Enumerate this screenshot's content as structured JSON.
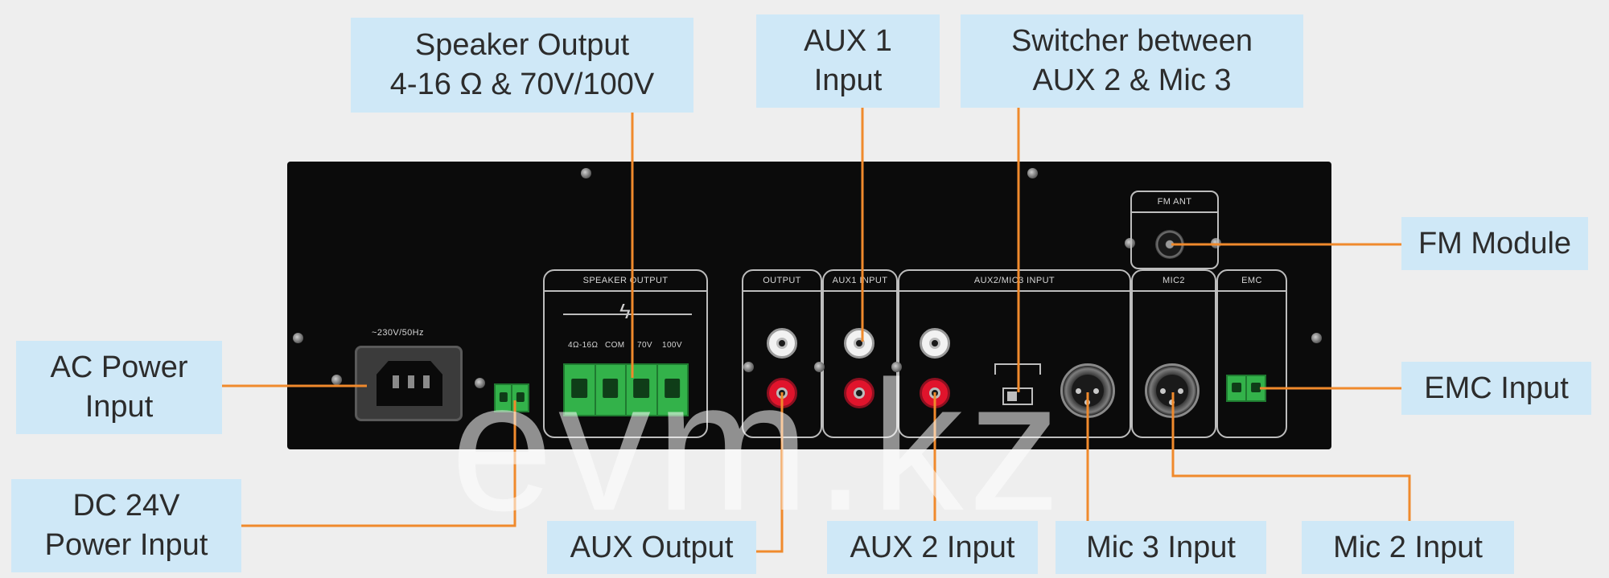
{
  "callouts": {
    "speaker_output": {
      "line1": "Speaker Output",
      "line2": "4-16 Ω & 70V/100V"
    },
    "aux1_input": {
      "line1": "AUX 1",
      "line2": "Input"
    },
    "switcher": {
      "line1": "Switcher between",
      "line2": "AUX 2 & Mic 3"
    },
    "fm_module": "FM Module",
    "ac_power": {
      "line1": "AC Power",
      "line2": "Input"
    },
    "emc_input": "EMC Input",
    "dc_power": {
      "line1": "DC 24V",
      "line2": "Power Input"
    },
    "aux_output": "AUX Output",
    "aux2_input": "AUX 2 Input",
    "mic3_input": "Mic 3 Input",
    "mic2_input": "Mic 2 Input"
  },
  "panel_labels": {
    "voltage": "~230V/50Hz",
    "speaker_output": "SPEAKER OUTPUT",
    "terminal_4_16": "4Ω-16Ω",
    "terminal_com": "COM",
    "terminal_70v": "70V",
    "terminal_100v": "100V",
    "output": "OUTPUT",
    "aux1_input": "AUX1 INPUT",
    "aux2_mic3_input": "AUX2/MIC3 INPUT",
    "mic2": "MIC2",
    "emc": "EMC",
    "fm_ant": "FM ANT"
  },
  "watermark": "evm.kz",
  "colors": {
    "callout_bg": "#cfe8f7",
    "leader_line": "#f08a2c",
    "panel": "#0b0b0b",
    "terminal_green": "#33b24a",
    "rca_red": "#e0142c"
  }
}
